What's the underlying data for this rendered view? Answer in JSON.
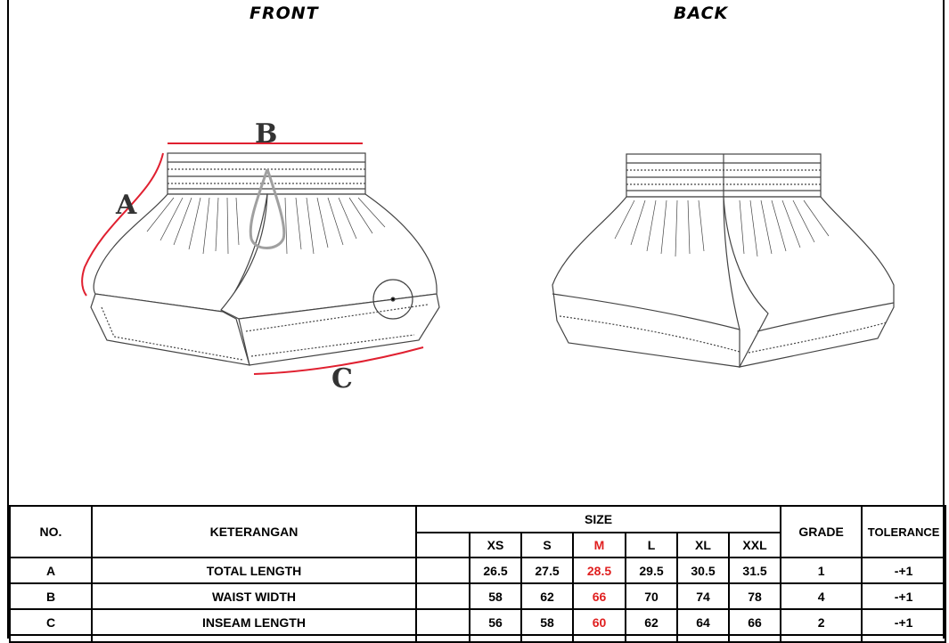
{
  "views": {
    "front": "FRONT",
    "back": "BACK"
  },
  "measure_labels": {
    "a": "A",
    "b": "B",
    "c": "C"
  },
  "table": {
    "headers": {
      "no": "NO.",
      "keterangan": "KETERANGAN",
      "size": "SIZE",
      "grade": "GRADE",
      "tolerance": "TOLERANCE"
    },
    "sizes": [
      "XS",
      "S",
      "M",
      "L",
      "XL",
      "XXL"
    ],
    "highlight_size": "M",
    "highlight_color": "#e02020",
    "rows": [
      {
        "no": "A",
        "desc": "TOTAL LENGTH",
        "values": [
          "26.5",
          "27.5",
          "28.5",
          "29.5",
          "30.5",
          "31.5"
        ],
        "grade": "1",
        "tolerance": "-+1"
      },
      {
        "no": "B",
        "desc": "WAIST WIDTH",
        "values": [
          "58",
          "62",
          "66",
          "70",
          "74",
          "78"
        ],
        "grade": "4",
        "tolerance": "-+1"
      },
      {
        "no": "C",
        "desc": "INSEAM LENGTH",
        "values": [
          "56",
          "58",
          "60",
          "62",
          "64",
          "66"
        ],
        "grade": "2",
        "tolerance": "-+1"
      }
    ]
  },
  "colors": {
    "measure_line": "#e02030",
    "sketch": "#444444",
    "drawstring": "#a0a0a0"
  }
}
